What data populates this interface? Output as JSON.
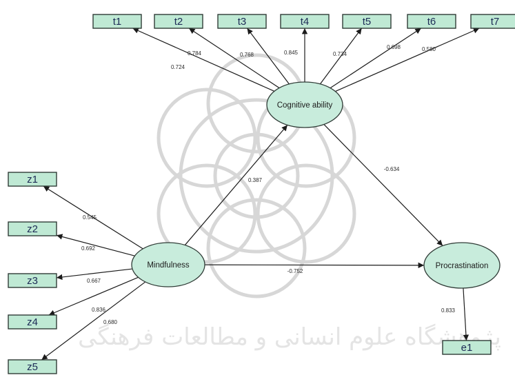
{
  "watermark_text": "پژوهشگاه علوم انسانی و مطالعات فرهنگی",
  "latents": [
    {
      "id": "cog",
      "label": "Cognitive ability"
    },
    {
      "id": "mind",
      "label": "Mindfulness"
    },
    {
      "id": "proc",
      "label": "Procrastination"
    }
  ],
  "indicators": [
    {
      "id": "t1",
      "label": "t1"
    },
    {
      "id": "t2",
      "label": "t2"
    },
    {
      "id": "t3",
      "label": "t3"
    },
    {
      "id": "t4",
      "label": "t4"
    },
    {
      "id": "t5",
      "label": "t5"
    },
    {
      "id": "t6",
      "label": "t6"
    },
    {
      "id": "t7",
      "label": "t7"
    },
    {
      "id": "z1",
      "label": "z1"
    },
    {
      "id": "z2",
      "label": "z2"
    },
    {
      "id": "z3",
      "label": "z3"
    },
    {
      "id": "z4",
      "label": "z4"
    },
    {
      "id": "z5",
      "label": "z5"
    },
    {
      "id": "e1",
      "label": "e1"
    }
  ],
  "paths": [
    {
      "from": "cog",
      "to": "t1",
      "coef": "0.724"
    },
    {
      "from": "cog",
      "to": "t2",
      "coef": "0.784"
    },
    {
      "from": "cog",
      "to": "t3",
      "coef": "0.768"
    },
    {
      "from": "cog",
      "to": "t4",
      "coef": "0.845"
    },
    {
      "from": "cog",
      "to": "t5",
      "coef": "0.734"
    },
    {
      "from": "cog",
      "to": "t6",
      "coef": "0.698"
    },
    {
      "from": "cog",
      "to": "t7",
      "coef": "0.580"
    },
    {
      "from": "mind",
      "to": "z1",
      "coef": "0.545"
    },
    {
      "from": "mind",
      "to": "z2",
      "coef": "0.692"
    },
    {
      "from": "mind",
      "to": "z3",
      "coef": "0.667"
    },
    {
      "from": "mind",
      "to": "z4",
      "coef": "0.836"
    },
    {
      "from": "mind",
      "to": "z5",
      "coef": "0.680"
    },
    {
      "from": "mind",
      "to": "cog",
      "coef": "0.387"
    },
    {
      "from": "cog",
      "to": "proc",
      "coef": "-0.634"
    },
    {
      "from": "mind",
      "to": "proc",
      "coef": "-0.752"
    },
    {
      "from": "proc",
      "to": "e1",
      "coef": "0.833"
    }
  ]
}
